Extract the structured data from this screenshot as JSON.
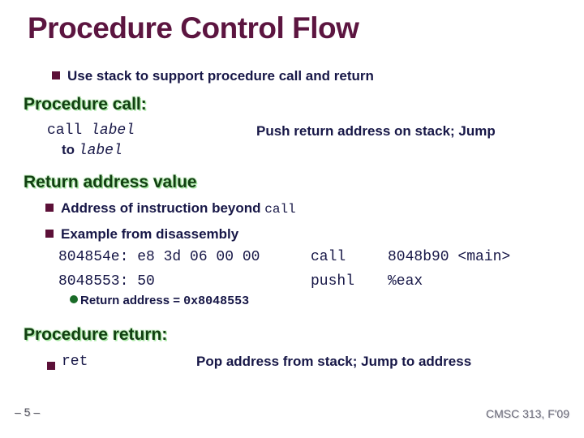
{
  "title": "Procedure Control Flow",
  "intro": {
    "bullet_text": "Use stack to support procedure call and return"
  },
  "call_section": {
    "heading": "Procedure call:",
    "instr": "call ",
    "operand": "label",
    "desc": "Push return address on stack; Jump",
    "cont_word": "to ",
    "cont_operand": "label"
  },
  "return_value_section": {
    "heading": "Return address value",
    "bullet1_text": "Address of instruction beyond ",
    "bullet1_code": "call",
    "bullet2_text": "Example from disassembly",
    "disasm": {
      "row1": {
        "addr_bytes": "804854e: e8 3d 06 00 00",
        "mnemonic": "call",
        "operand": "8048b90 <main>"
      },
      "row2": {
        "addr_bytes": "8048553: 50",
        "mnemonic": "pushl",
        "operand": "%eax"
      }
    },
    "note_label": "Return address = ",
    "note_value": "0x8048553"
  },
  "return_section": {
    "heading": "Procedure return:",
    "instr": "ret",
    "desc": "Pop address from stack; Jump to address"
  },
  "footer": {
    "page": "– 5 –",
    "course": "CMSC 313, F'09"
  },
  "colors": {
    "title_maroon": "#5c1540",
    "heading_green": "#123f12",
    "heading_glow": "#a6e6a2",
    "body_navy": "#171747",
    "bullet_maroon": "#5c1038",
    "note_dot_green": "#1a6b28",
    "footer_gray": "#6a6a78",
    "background": "#ffffff"
  }
}
